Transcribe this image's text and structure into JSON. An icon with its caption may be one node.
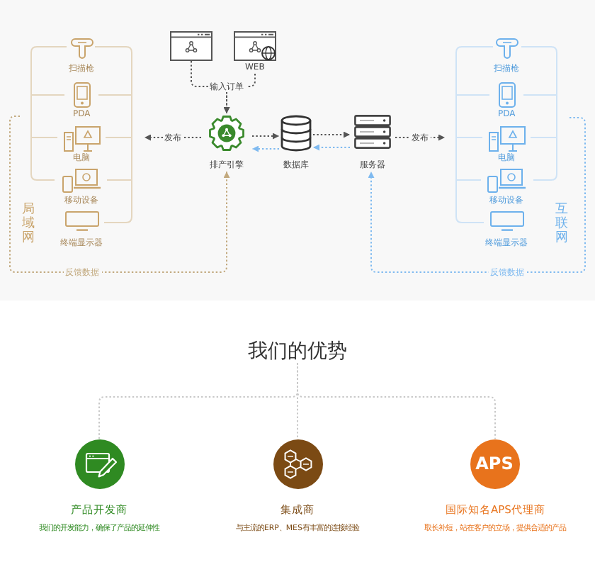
{
  "diagram": {
    "nodes": [
      {
        "text": [
          "局域网"
        ]
      },
      {
        "text": [
          "扫描枪"
        ],
        "in": 0
      },
      {
        "text": [
          "PDA"
        ],
        "in": 0
      },
      {
        "text": [
          "电脑"
        ],
        "in": 0
      },
      {
        "text": [
          "移动设备"
        ],
        "in": 0
      },
      {
        "text": [
          "终端显示器"
        ],
        "in": 0
      },
      {
        "text": [],
        "shape": "picture"
      },
      {
        "text": [
          "WEB"
        ]
      },
      {
        "text": [
          "排产引擎"
        ]
      },
      {
        "text": [
          "数据库"
        ]
      },
      {
        "text": [
          "服务器"
        ]
      },
      {
        "text": [
          "互联网"
        ]
      },
      {
        "text": [
          "扫描枪"
        ],
        "in": 11
      },
      {
        "text": [
          "PDA"
        ],
        "in": 11
      },
      {
        "text": [
          "电脑"
        ],
        "in": 11
      },
      {
        "text": [
          "移动设备"
        ],
        "in": 11
      },
      {
        "text": [
          "终端显示器"
        ],
        "in": 11
      },
      {
        "text": [
          "我们的优势"
        ]
      },
      {
        "text": [],
        "shape": "circle",
        "beside": [
          "产品开发商",
          "我们的开发能力，确保了产品的延伸性"
        ]
      },
      {
        "text": [],
        "shape": "circle",
        "beside": [
          "集成商",
          "与主流的ERP、MES有丰富的连接经验"
        ]
      },
      {
        "text": [
          "APS"
        ],
        "beside": [
          "国际知名APS代理商",
          "取长补短，站在客户的立场，提供合适的产品"
        ]
      }
    ],
    "edges": [
      {
        "from": 6,
        "to": 8,
        "arrow": "to",
        "label": "输入订单"
      },
      {
        "from": 7,
        "to": 8,
        "arrow": "to"
      },
      {
        "from": 8,
        "to": 9,
        "arrow": "to"
      },
      {
        "from": 9,
        "to": 8,
        "arrow": "to",
        "color": "#7fbaf0"
      },
      {
        "from": 9,
        "to": 10,
        "arrow": "to"
      },
      {
        "from": 10,
        "to": 9,
        "arrow": "to",
        "color": "#7fbaf0"
      },
      {
        "from": 8,
        "to": 0,
        "arrow": "to",
        "label": "发布"
      },
      {
        "from": 10,
        "to": 11,
        "arrow": "to",
        "label": "发布"
      },
      {
        "from": 0,
        "to": 8,
        "arrow": "to",
        "label": "反馈数据",
        "color": "#c2a97e"
      },
      {
        "from": 11,
        "to": 10,
        "arrow": "to",
        "label": "反馈数据",
        "color": "#7fbaf0"
      },
      {
        "from": 17,
        "to": 18,
        "arrow": "none",
        "color": "#c8c8c8"
      },
      {
        "from": 17,
        "to": 19,
        "arrow": "none",
        "color": "#c8c8c8"
      },
      {
        "from": 17,
        "to": 20,
        "arrow": "none",
        "color": "#c8c8c8"
      }
    ]
  }
}
